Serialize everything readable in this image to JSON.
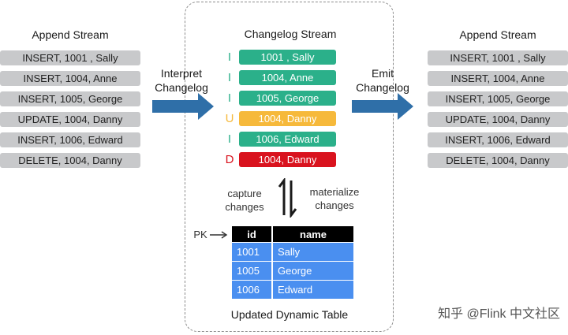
{
  "append_stream_left": {
    "title": "Append Stream",
    "rows": [
      "INSERT, 1001 , Sally",
      "INSERT, 1004, Anne",
      "INSERT, 1005, George",
      "UPDATE, 1004, Danny",
      "INSERT, 1006, Edward",
      "DELETE, 1004, Danny"
    ]
  },
  "interpret_label": [
    "Interpret",
    "Changelog"
  ],
  "changelog_stream": {
    "title": "Changelog Stream",
    "rows": [
      {
        "op": "I",
        "value": "1001 , Sally",
        "color": "#2bb08a"
      },
      {
        "op": "I",
        "value": "1004, Anne",
        "color": "#2bb08a"
      },
      {
        "op": "I",
        "value": "1005, George",
        "color": "#2bb08a"
      },
      {
        "op": "U",
        "value": "1004, Danny",
        "color": "#f6b93b"
      },
      {
        "op": "I",
        "value": "1006, Edward",
        "color": "#2bb08a"
      },
      {
        "op": "D",
        "value": "1004, Danny",
        "color": "#d9131e"
      }
    ],
    "op_colors": {
      "I": "#2bb08a",
      "U": "#f6b93b",
      "D": "#d9131e"
    }
  },
  "capture_label": [
    "capture",
    "changes"
  ],
  "materialize_label": [
    "materialize",
    "changes"
  ],
  "pk_label": "PK",
  "dynamic_table": {
    "columns": [
      "id",
      "name"
    ],
    "rows": [
      [
        "1001",
        "Sally"
      ],
      [
        "1005",
        "George"
      ],
      [
        "1006",
        "Edward"
      ]
    ],
    "caption": "Updated Dynamic Table"
  },
  "emit_label": [
    "Emit",
    "Changelog"
  ],
  "append_stream_right": {
    "title": "Append Stream",
    "rows": [
      "INSERT, 1001 , Sally",
      "INSERT, 1004, Anne",
      "INSERT, 1005, George",
      "UPDATE, 1004, Danny",
      "INSERT, 1006, Edward",
      "DELETE, 1004, Danny"
    ]
  },
  "watermark": "知乎 @Flink 中文社区",
  "colors": {
    "arrow_blue": "#2f6fa8",
    "row_gray": "#c8c9cb",
    "table_blue": "#4a8ff0",
    "table_header": "#000000"
  }
}
